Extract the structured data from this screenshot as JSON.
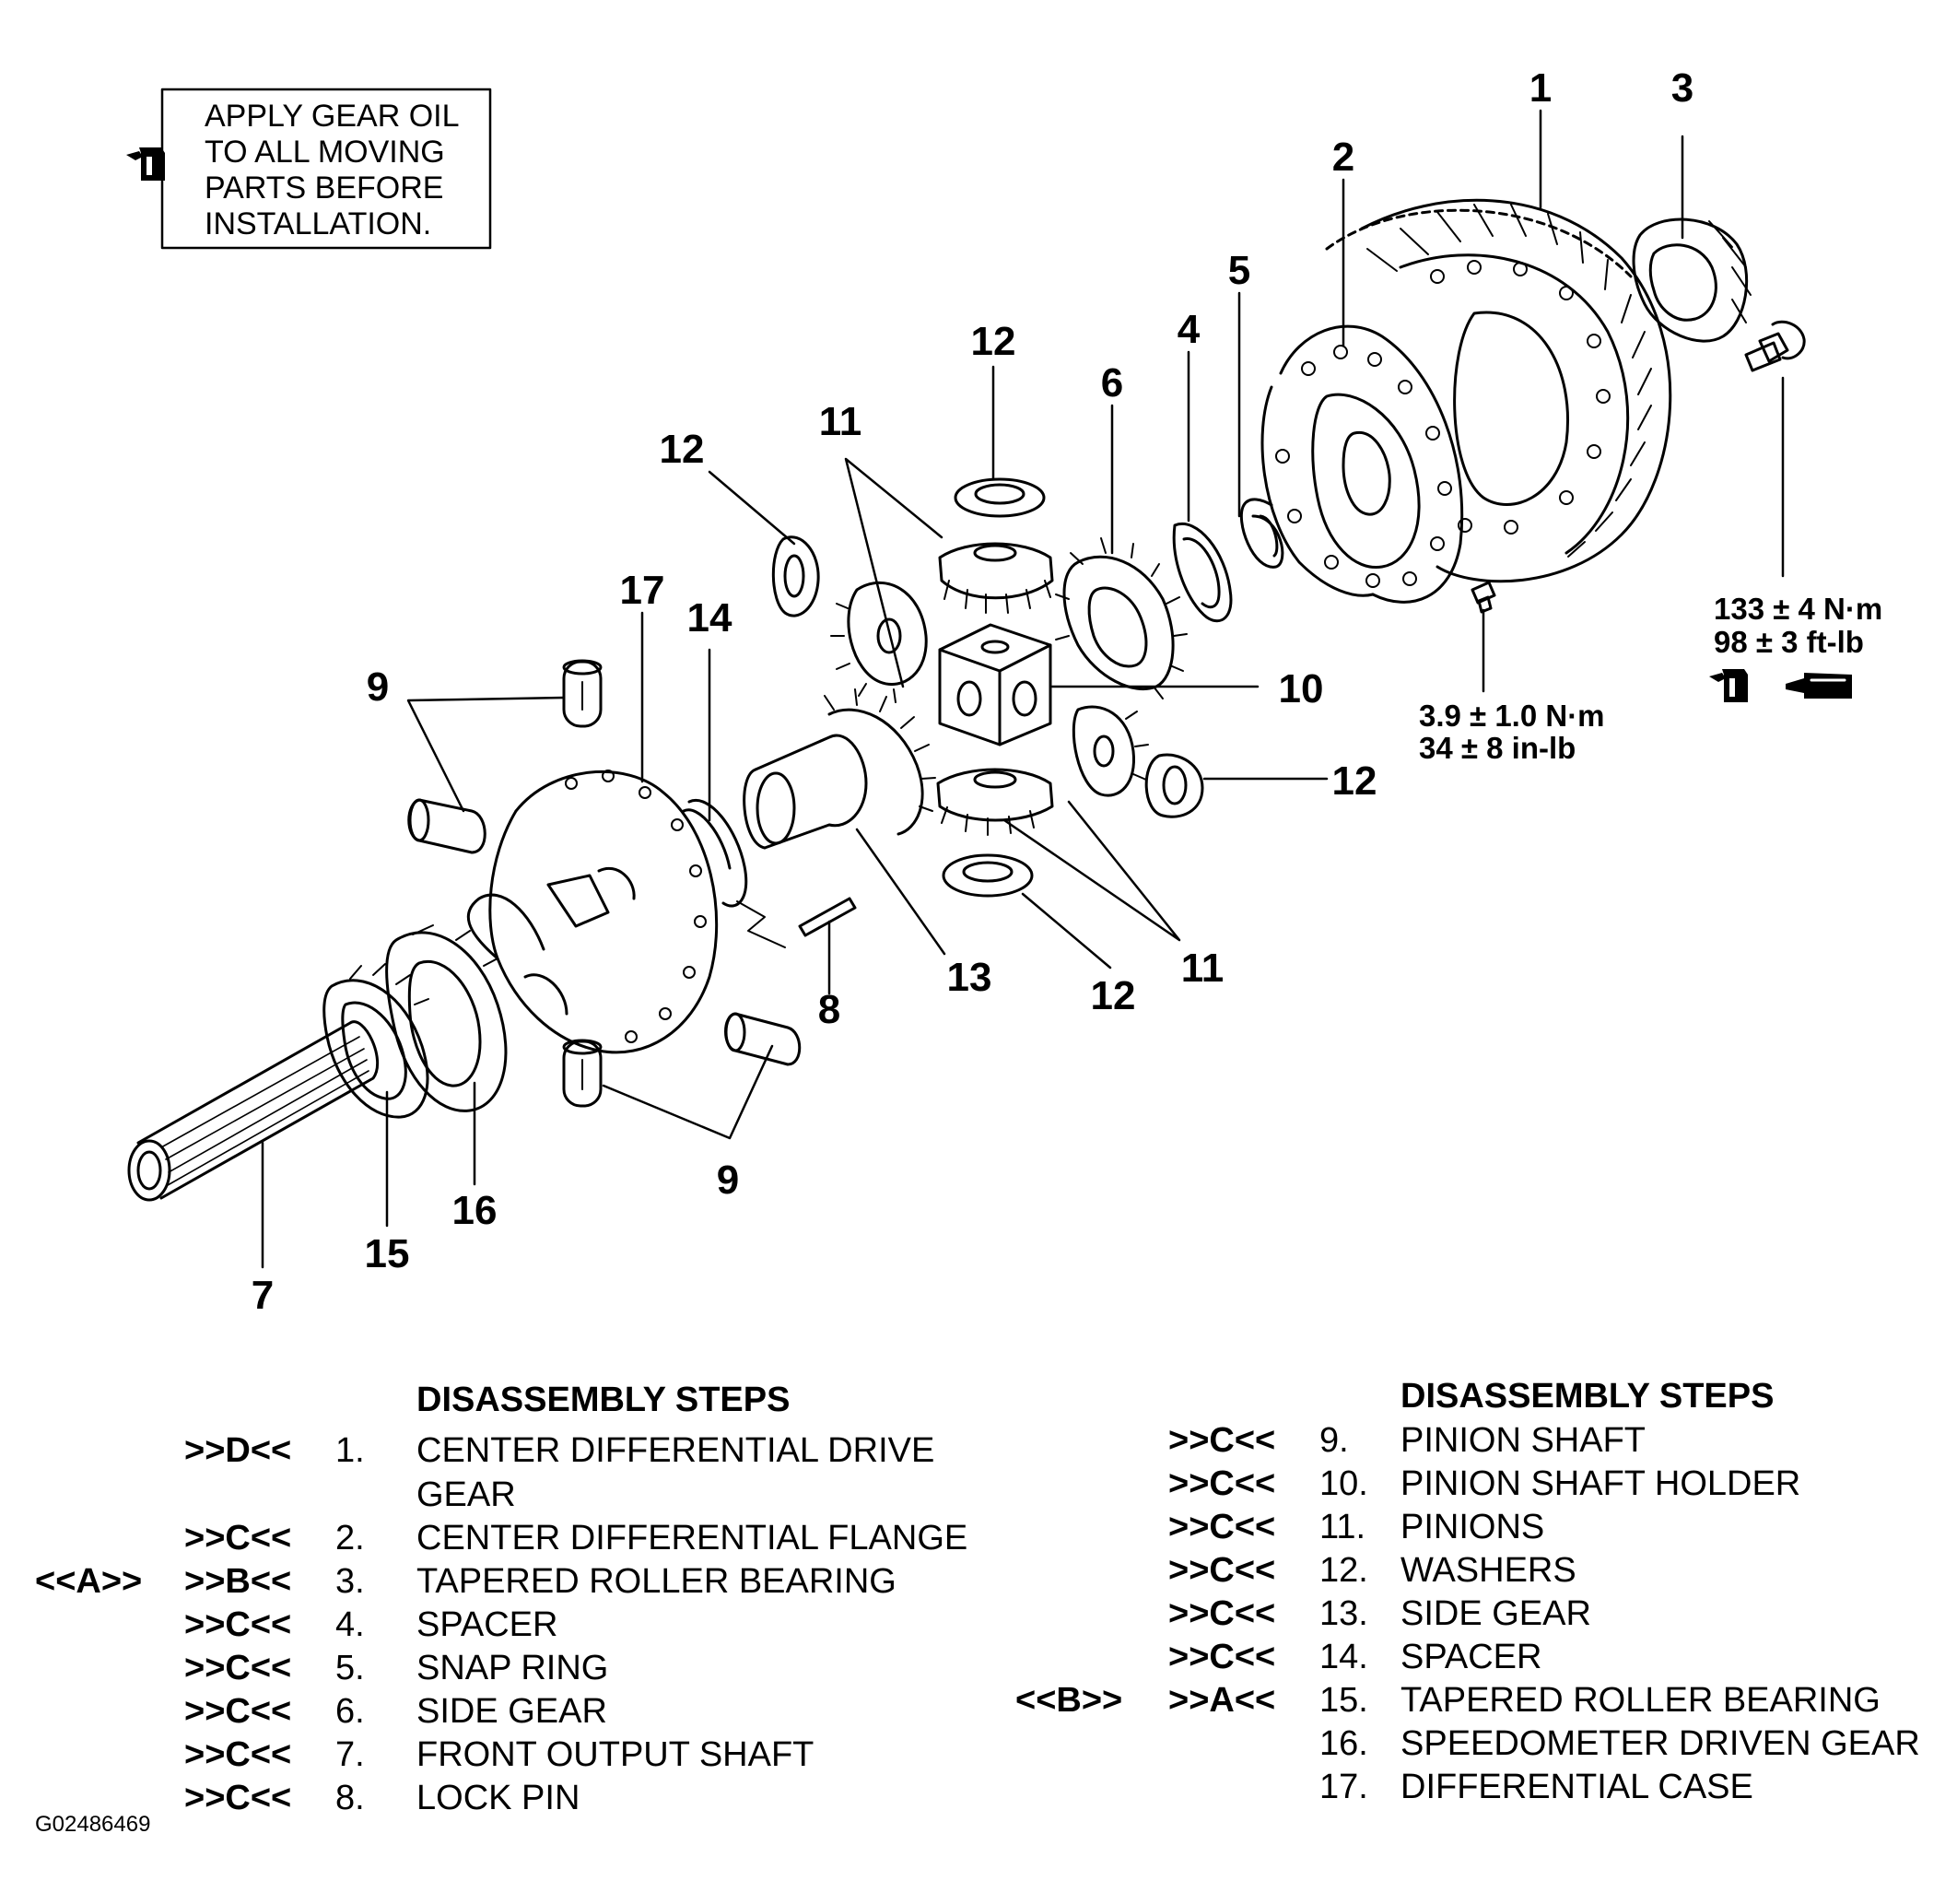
{
  "note": {
    "lines": [
      "APPLY GEAR OIL",
      "TO ALL MOVING",
      "PARTS BEFORE",
      "INSTALLATION."
    ],
    "icon": "oil-can-icon"
  },
  "callouts": {
    "c1": "1",
    "c2": "2",
    "c3": "3",
    "c4": "4",
    "c5": "5",
    "c6": "6",
    "c7": "7",
    "c8": "8",
    "c9a": "9",
    "c9b": "9",
    "c10": "10",
    "c11a": "11",
    "c11b": "11",
    "c12a": "12",
    "c12b": "12",
    "c12c": "12",
    "c12d": "12",
    "c13": "13",
    "c14": "14",
    "c15": "15",
    "c16": "16",
    "c17": "17"
  },
  "torque": {
    "bolt_large": [
      "133 ± 4 N·m",
      "98 ± 3 ft-lb"
    ],
    "bolt_small": [
      "3.9 ± 1.0 N·m",
      "34 ± 8 in-lb"
    ],
    "icons": [
      "oil-can-icon",
      "sealant-tube-icon"
    ]
  },
  "steps": {
    "left_header": "DISASSEMBLY STEPS",
    "right_header": "DISASSEMBLY STEPS",
    "left": [
      {
        "inst": "",
        "dis": ">>D<<",
        "num": "1.",
        "name": "CENTER DIFFERENTIAL DRIVE"
      },
      {
        "inst": "",
        "dis": "",
        "num": "",
        "name": "GEAR"
      },
      {
        "inst": "",
        "dis": ">>C<<",
        "num": "2.",
        "name": "CENTER DIFFERENTIAL FLANGE"
      },
      {
        "inst": "<<A>>",
        "dis": ">>B<<",
        "num": "3.",
        "name": "TAPERED ROLLER BEARING"
      },
      {
        "inst": "",
        "dis": ">>C<<",
        "num": "4.",
        "name": "SPACER"
      },
      {
        "inst": "",
        "dis": ">>C<<",
        "num": "5.",
        "name": "SNAP RING"
      },
      {
        "inst": "",
        "dis": ">>C<<",
        "num": "6.",
        "name": "SIDE GEAR"
      },
      {
        "inst": "",
        "dis": ">>C<<",
        "num": "7.",
        "name": "FRONT OUTPUT SHAFT"
      },
      {
        "inst": "",
        "dis": ">>C<<",
        "num": "8.",
        "name": "LOCK PIN"
      }
    ],
    "right": [
      {
        "inst": "",
        "dis": ">>C<<",
        "num": "9.",
        "name": "PINION SHAFT"
      },
      {
        "inst": "",
        "dis": ">>C<<",
        "num": "10.",
        "name": "PINION SHAFT HOLDER"
      },
      {
        "inst": "",
        "dis": ">>C<<",
        "num": "11.",
        "name": "PINIONS"
      },
      {
        "inst": "",
        "dis": ">>C<<",
        "num": "12.",
        "name": "WASHERS"
      },
      {
        "inst": "",
        "dis": ">>C<<",
        "num": "13.",
        "name": "SIDE GEAR"
      },
      {
        "inst": "",
        "dis": ">>C<<",
        "num": "14.",
        "name": "SPACER"
      },
      {
        "inst": "<<B>>",
        "dis": ">>A<<",
        "num": "15.",
        "name": "TAPERED ROLLER BEARING"
      },
      {
        "inst": "",
        "dis": "",
        "num": "16.",
        "name": "SPEEDOMETER DRIVEN GEAR"
      },
      {
        "inst": "",
        "dis": "",
        "num": "17.",
        "name": "DIFFERENTIAL CASE"
      }
    ]
  },
  "figure_id": "G02486469"
}
